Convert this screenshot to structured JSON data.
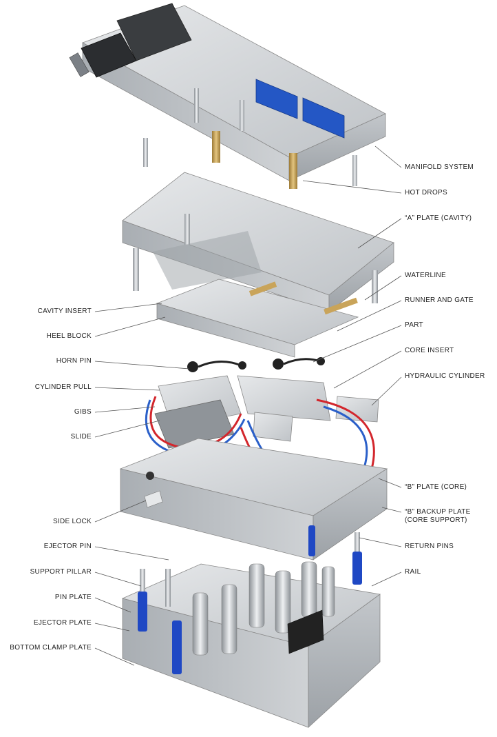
{
  "labels_right": [
    {
      "id": "manifold-system",
      "text": "MANIFOLD SYSTEM"
    },
    {
      "id": "hot-drops",
      "text": "HOT DROPS"
    },
    {
      "id": "a-plate-cavity",
      "text": "“A” PLATE (CAVITY)"
    },
    {
      "id": "waterline",
      "text": "WATERLINE"
    },
    {
      "id": "runner-and-gate",
      "text": "RUNNER AND GATE"
    },
    {
      "id": "part",
      "text": "PART"
    },
    {
      "id": "core-insert",
      "text": "CORE INSERT"
    },
    {
      "id": "hydraulic-cylinder",
      "text": "HYDRAULIC CYLINDER"
    },
    {
      "id": "b-plate-core",
      "text": "“B” PLATE (CORE)"
    },
    {
      "id": "b-backup-plate",
      "text": "“B” BACKUP PLATE"
    },
    {
      "id": "b-backup-plate-sub",
      "text": "(CORE SUPPORT)"
    },
    {
      "id": "return-pins",
      "text": "RETURN PINS"
    },
    {
      "id": "rail",
      "text": "RAIL"
    }
  ],
  "labels_left": [
    {
      "id": "cavity-insert",
      "text": "CAVITY INSERT"
    },
    {
      "id": "heel-block",
      "text": "HEEL BLOCK"
    },
    {
      "id": "horn-pin",
      "text": "HORN PIN"
    },
    {
      "id": "cylinder-pull",
      "text": "CYLINDER PULL"
    },
    {
      "id": "gibs",
      "text": "GIBS"
    },
    {
      "id": "slide",
      "text": "SLIDE"
    },
    {
      "id": "side-lock",
      "text": "SIDE LOCK"
    },
    {
      "id": "ejector-pin",
      "text": "EJECTOR PIN"
    },
    {
      "id": "support-pillar",
      "text": "SUPPORT PILLAR"
    },
    {
      "id": "pin-plate",
      "text": "PIN PLATE"
    },
    {
      "id": "ejector-plate",
      "text": "EJECTOR PLATE"
    },
    {
      "id": "bottom-clamp-plate",
      "text": "BOTTOM CLAMP PLATE"
    }
  ],
  "colors": {
    "metal_light": "#d9dcdf",
    "metal_mid": "#b8bcc0",
    "metal_dark": "#8f9499",
    "blue_panel": "#2457c5",
    "hose_red": "#d3262c",
    "hose_blue": "#2a5fc9",
    "spring_blue": "#1f48c4",
    "brass": "#c9a45a",
    "leader": "#555555",
    "text": "#222222"
  }
}
